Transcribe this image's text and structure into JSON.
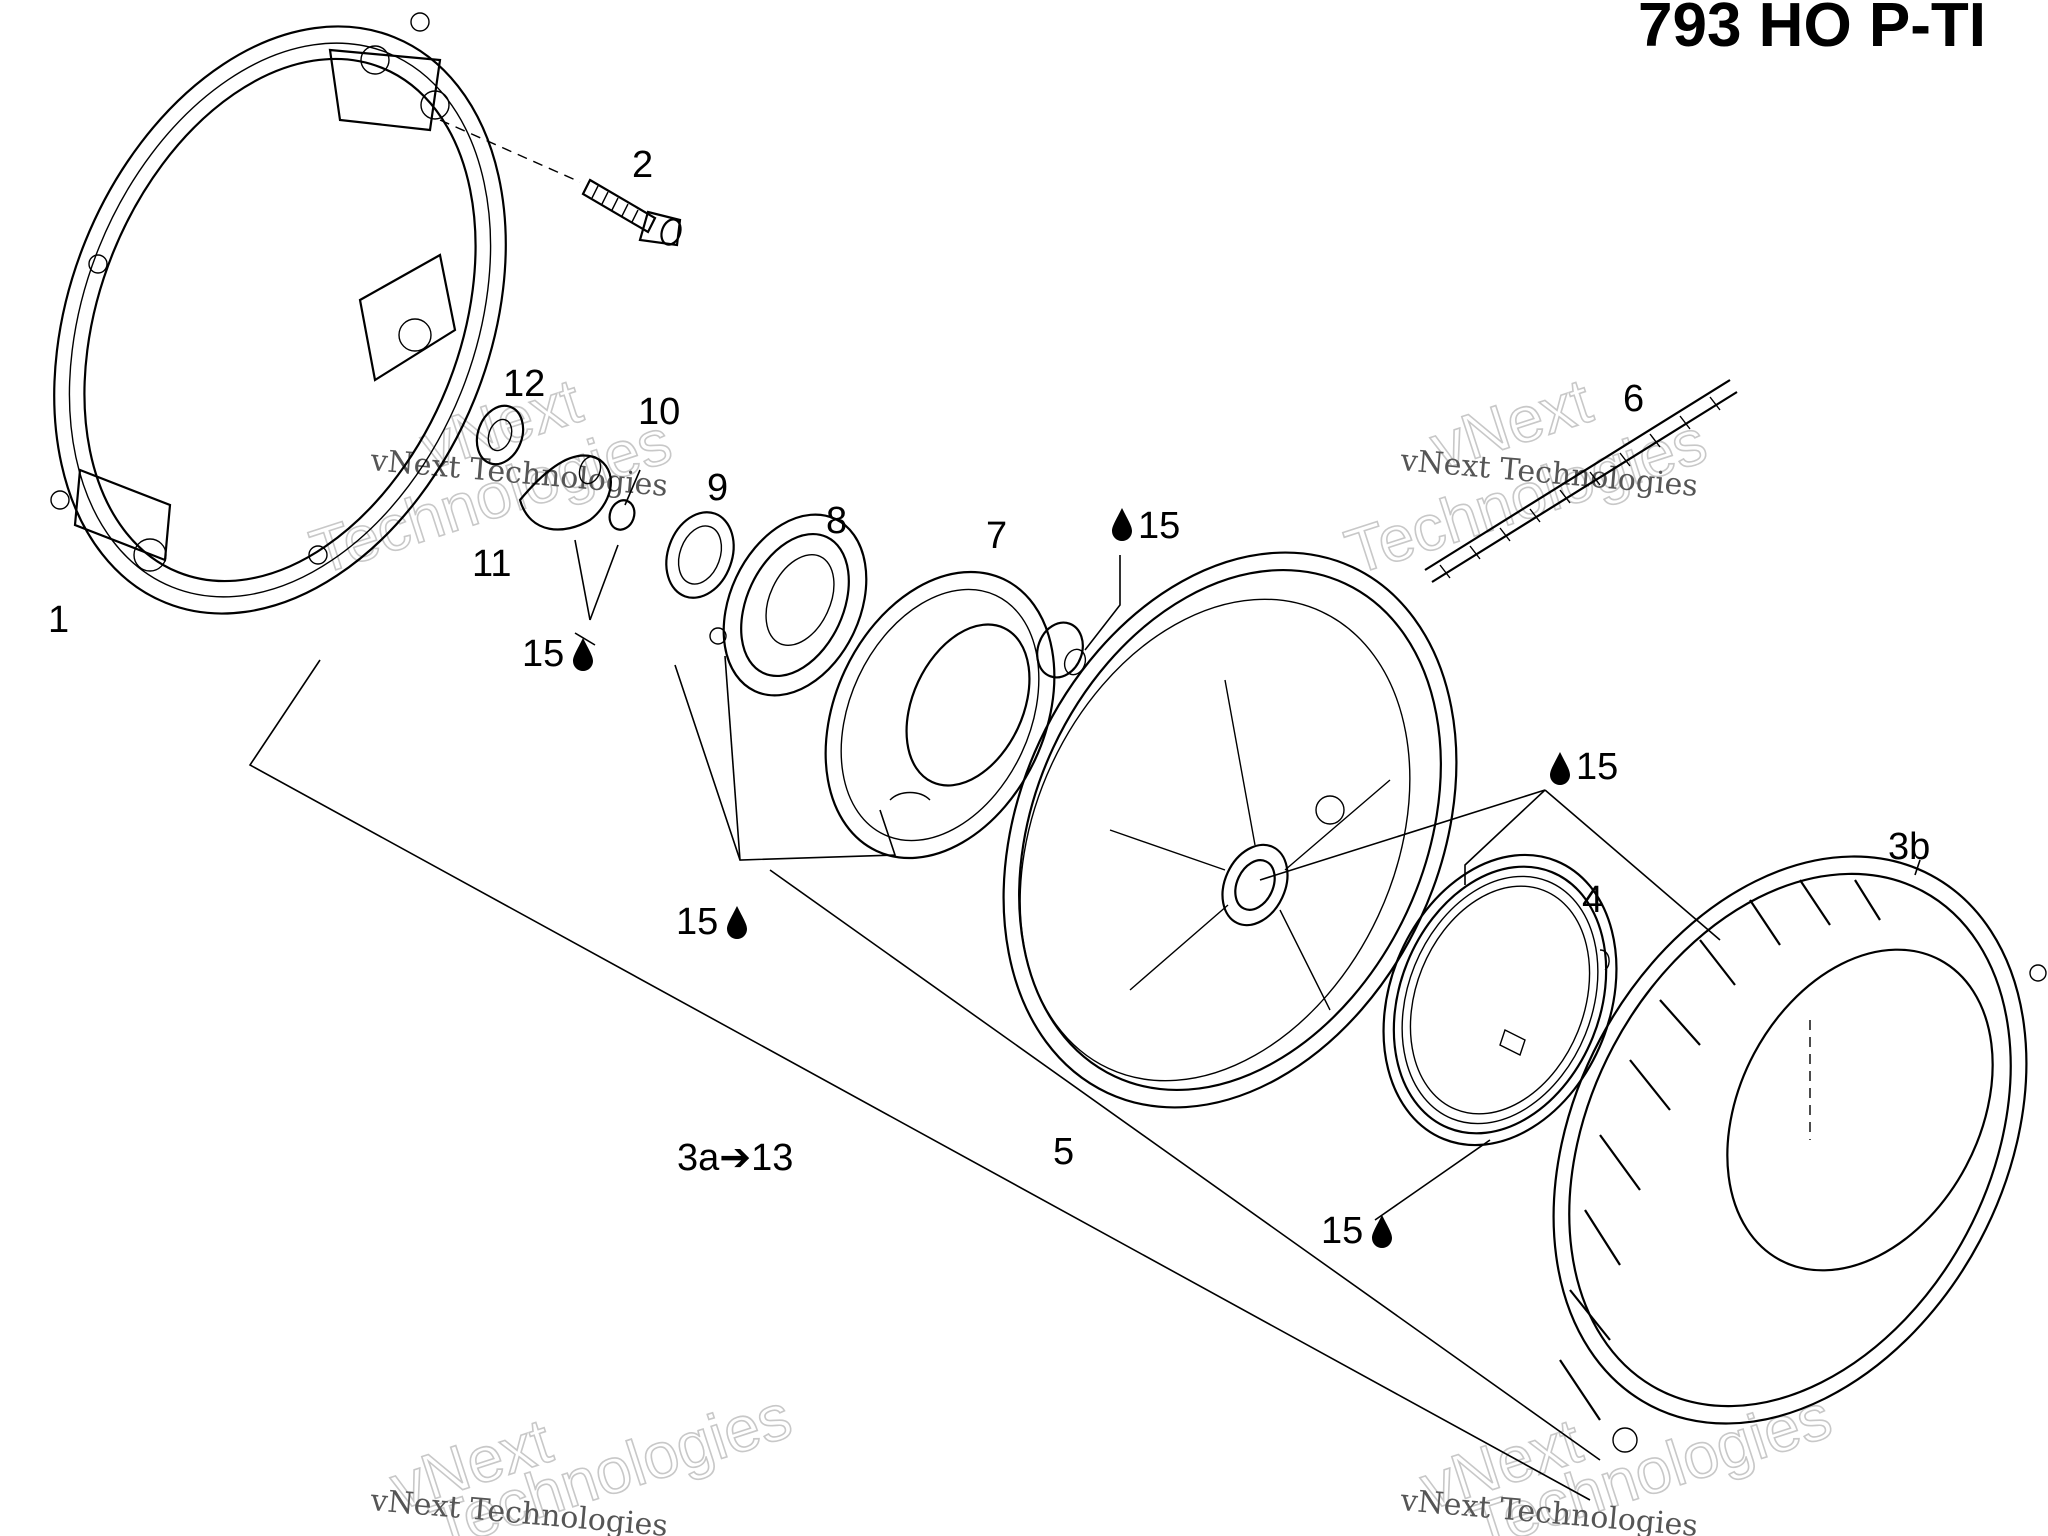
{
  "title": "793 HO P-TI",
  "callouts": {
    "c1": "1",
    "c2": "2",
    "c3a13": "3a➔13",
    "c3b": "3b",
    "c4": "4",
    "c5": "5",
    "c6": "6",
    "c7": "7",
    "c8": "8",
    "c9": "9",
    "c10": "10",
    "c11": "11",
    "c12": "12",
    "lube_a": "15",
    "lube_b": "15",
    "lube_c": "15",
    "lube_d": "15",
    "lube_e": "15"
  },
  "lube_icon": "oil-drop-icon",
  "watermarks": {
    "small": "vNext Technologies",
    "brand_top": "vNext",
    "brand_bottom": "Technologies"
  }
}
